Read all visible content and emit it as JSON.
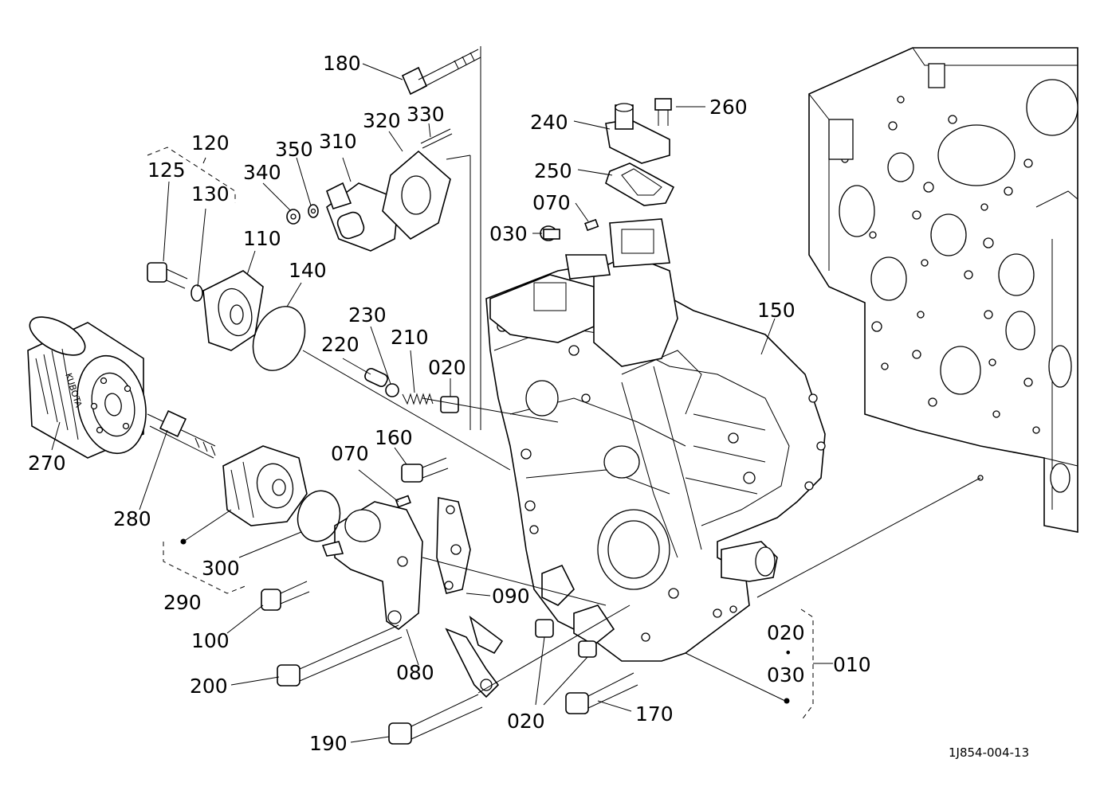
{
  "reference_code": "1J854-004-13",
  "labels": {
    "p010": "010",
    "p020_kit": "020",
    "p030_kit": "030",
    "kit_dot": "•",
    "p020_a": "020",
    "p020_b": "020",
    "p030": "030",
    "p070_a": "070",
    "p070_b": "070",
    "p080": "080",
    "p090": "090",
    "p100": "100",
    "p110": "110",
    "p120": "120",
    "p125": "125",
    "p130": "130",
    "p140": "140",
    "p150": "150",
    "p160": "160",
    "p170": "170",
    "p180": "180",
    "p190": "190",
    "p200": "200",
    "p210": "210",
    "p220": "220",
    "p230": "230",
    "p240": "240",
    "p250": "250",
    "p260": "260",
    "p270": "270",
    "p280": "280",
    "p290": "290",
    "p300": "300",
    "p310": "310",
    "p320": "320",
    "p330": "330",
    "p340": "340",
    "p350": "350"
  },
  "filter_brand": "KUBOTA"
}
